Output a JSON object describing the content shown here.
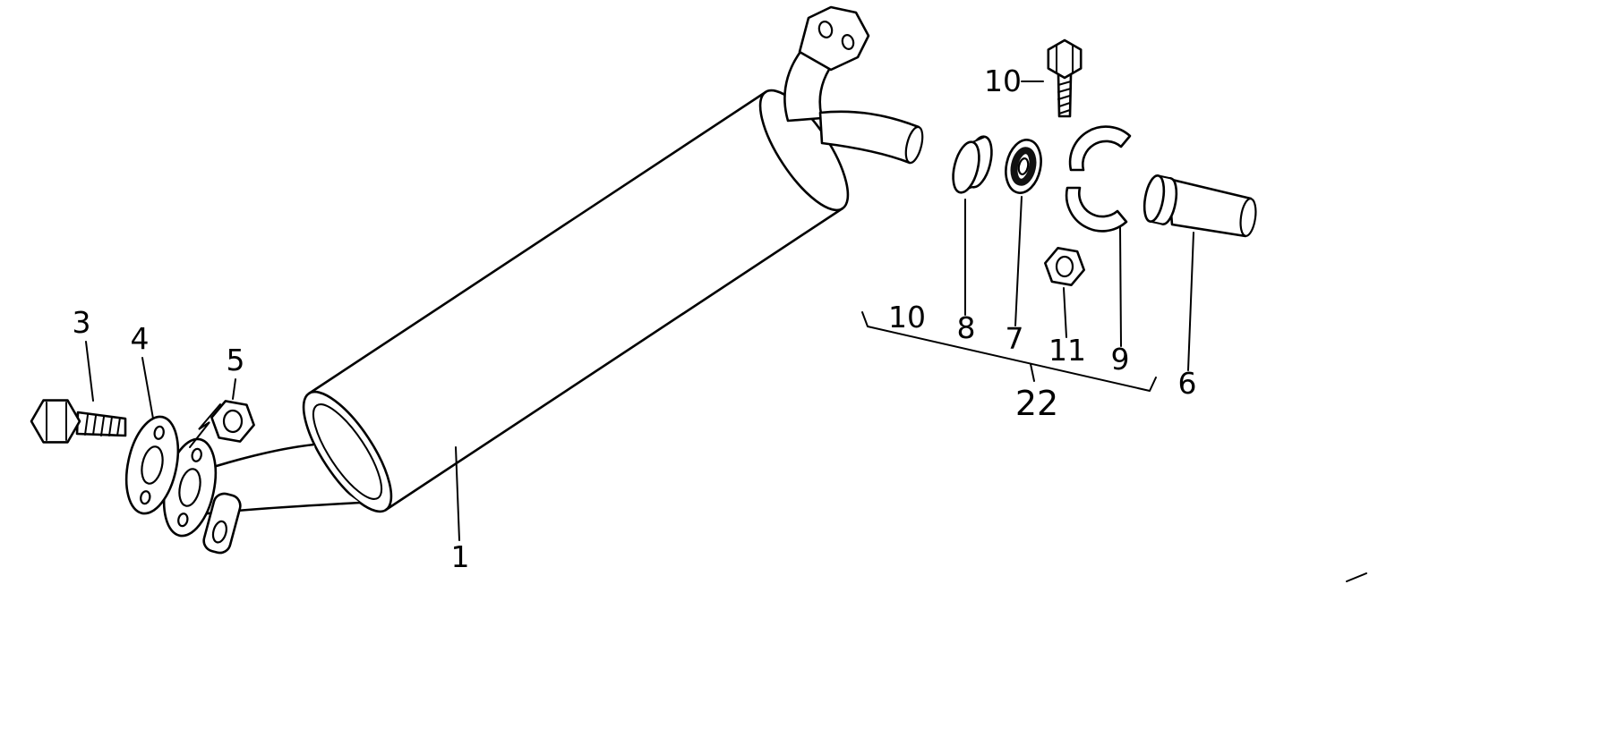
{
  "callouts": {
    "muffler": "1",
    "flange_bolt": "3",
    "flange_gasket": "4",
    "flange_nut": "5",
    "tail_pipe": "6",
    "seal_ring": "7",
    "clamp_ring": "8",
    "clamp_bracket": "9",
    "clamp_bolt": "10",
    "clamp_bolt_group": "10",
    "clamp_nut": "11",
    "mounting_group": "22"
  }
}
